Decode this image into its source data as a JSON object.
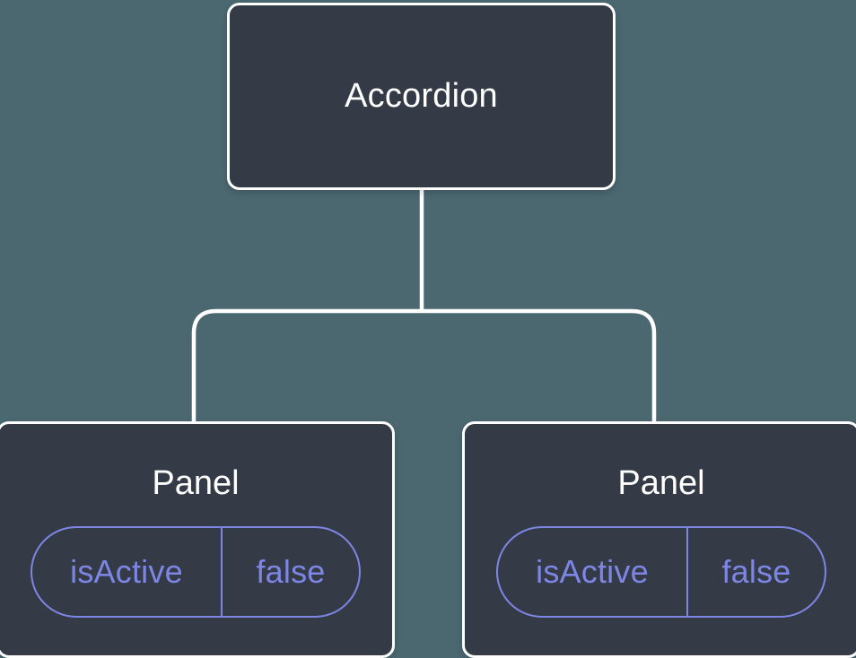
{
  "diagram": {
    "type": "component-tree",
    "root": {
      "label": "Accordion"
    },
    "panels": [
      {
        "title": "Panel",
        "state": {
          "key": "isActive",
          "value": "false"
        }
      },
      {
        "title": "Panel",
        "state": {
          "key": "isActive",
          "value": "false"
        }
      }
    ],
    "colors": {
      "background": "#4B6770",
      "node_fill": "#343B46",
      "node_border": "#FFFFFF",
      "state_accent": "#7E86E5",
      "text": "#FFFFFF"
    }
  }
}
